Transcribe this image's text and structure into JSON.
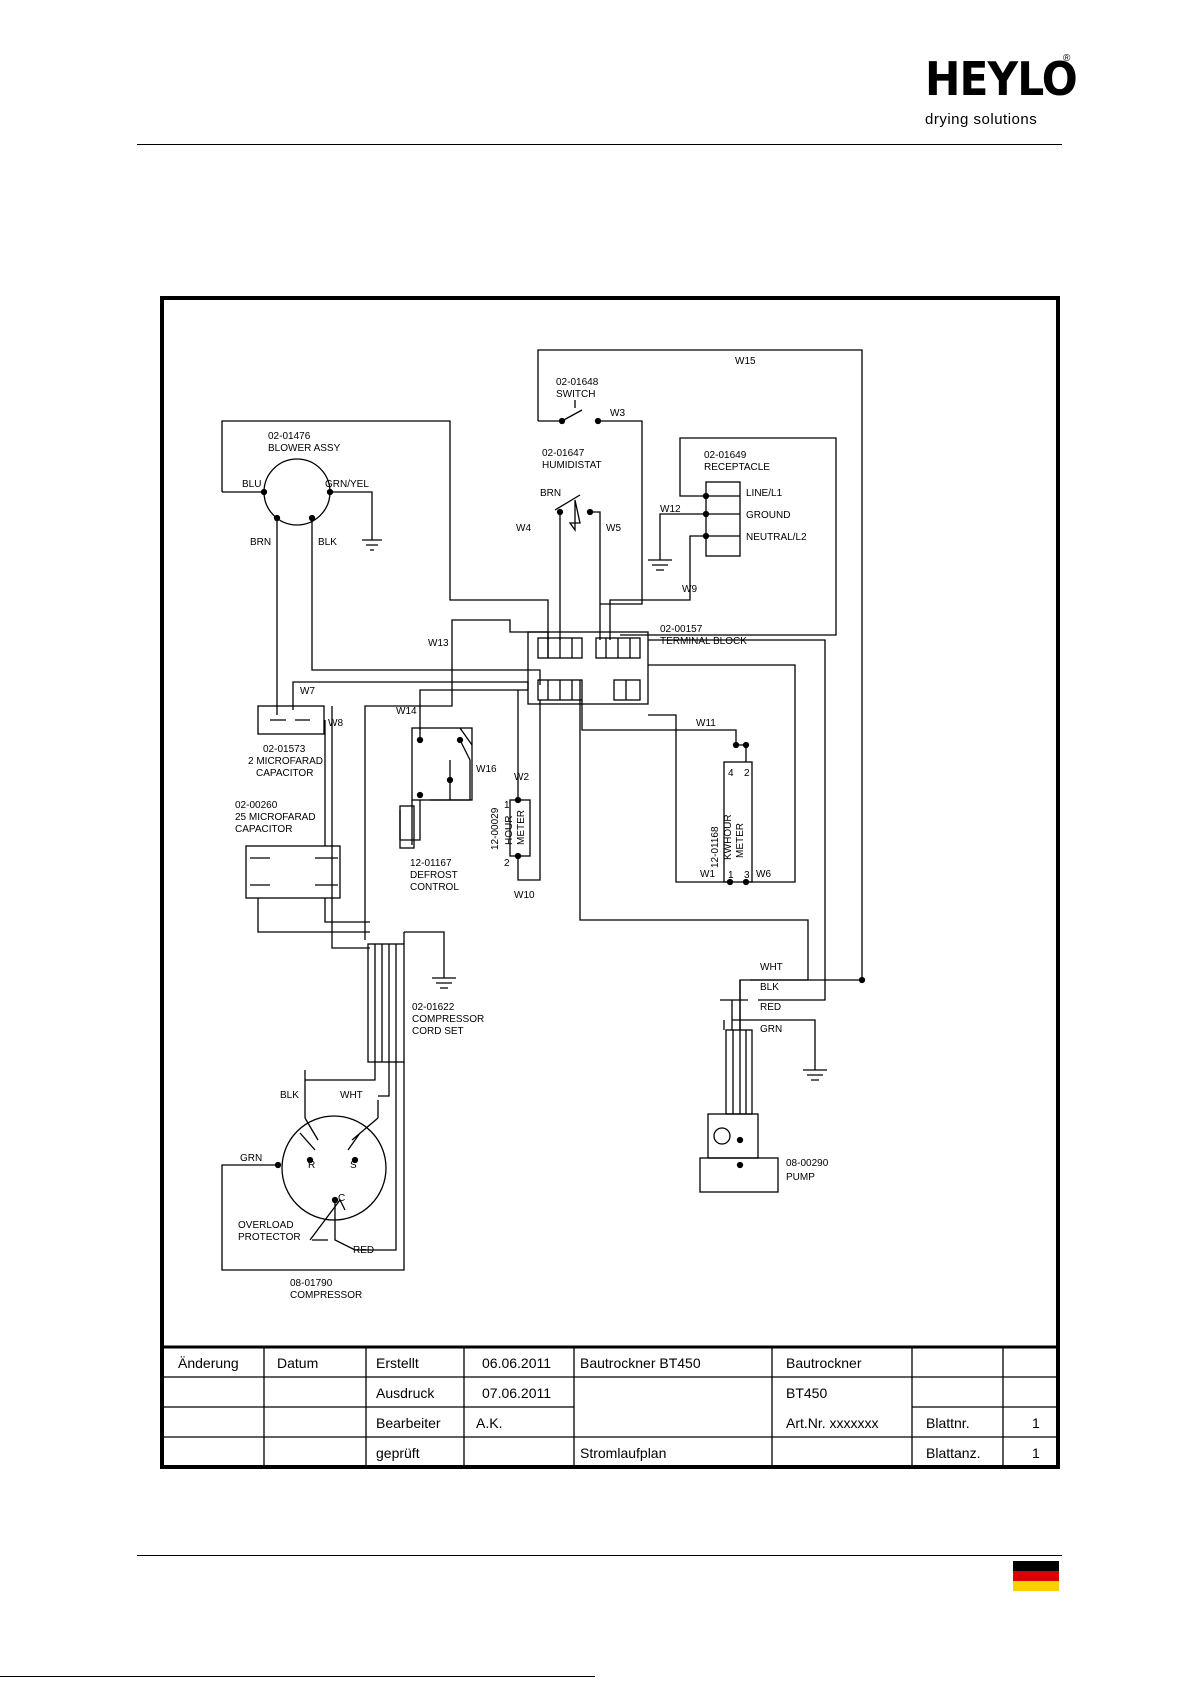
{
  "header": {
    "brand": "HEYLO",
    "registered": "®",
    "tagline": "drying solutions"
  },
  "colors": {
    "flag_black": "#000000",
    "flag_red": "#dd0000",
    "flag_gold": "#ffce00"
  },
  "diagram": {
    "switch": {
      "part": "02-01648",
      "name": "SWITCH"
    },
    "blower": {
      "part": "02-01476",
      "name": "BLOWER ASSY",
      "blu": "BLU",
      "grnyel": "GRN/YEL",
      "brn": "BRN",
      "blk": "BLK"
    },
    "humidistat": {
      "part": "02-01647",
      "name": "HUMIDISTAT",
      "brn": "BRN"
    },
    "receptacle": {
      "part": "02-01649",
      "name": "RECEPTACLE",
      "line": "LINE/L1",
      "ground": "GROUND",
      "neutral": "NEUTRAL/L2"
    },
    "terminal_block": {
      "part": "02-00157",
      "name": "TERMINAL BLOCK"
    },
    "cap2": {
      "part": "02-01573",
      "line1": "2 MICROFARAD",
      "line2": "CAPACITOR"
    },
    "cap25": {
      "part": "02-00260",
      "line1": "25 MICROFARAD",
      "line2": "CAPACITOR"
    },
    "defrost": {
      "part": "12-01167",
      "line1": "DEFROST",
      "line2": "CONTROL"
    },
    "hour_meter": {
      "part": "12-00029",
      "line1": "HOUR",
      "line2": "METER",
      "t1": "1",
      "t2": "2"
    },
    "kwh_meter": {
      "part": "12-01168",
      "line1": "KWHOUR",
      "line2": "METER",
      "t1": "1",
      "t2": "2",
      "t3": "3",
      "t4": "4"
    },
    "cord_set": {
      "part": "02-01622",
      "line1": "COMPRESSOR",
      "line2": "CORD SET"
    },
    "compressor": {
      "part": "08-01790",
      "name": "COMPRESSOR",
      "blk": "BLK",
      "wht": "WHT",
      "grn": "GRN",
      "red": "RED",
      "r": "R",
      "s": "S",
      "c": "C",
      "overload1": "OVERLOAD",
      "overload2": "PROTECTOR"
    },
    "pump": {
      "part": "08-00290",
      "name": "PUMP",
      "wht": "WHT",
      "blk": "BLK",
      "red": "RED",
      "grn": "GRN"
    },
    "wires": {
      "w1": "W1",
      "w2": "W2",
      "w3": "W3",
      "w4": "W4",
      "w5": "W5",
      "w6": "W6",
      "w7": "W7",
      "w8": "W8",
      "w9": "W9",
      "w10": "W10",
      "w11": "W11",
      "w12": "W12",
      "w13": "W13",
      "w14": "W14",
      "w15": "W15",
      "w16": "W16"
    }
  },
  "title_block": {
    "c_aenderung": "Änderung",
    "c_datum": "Datum",
    "c_erstellt": "Erstellt",
    "v_erstellt": "06.06.2011",
    "c_ausdruck": "Ausdruck",
    "v_ausdruck": "07.06.2011",
    "c_bearbeiter": "Bearbeiter",
    "v_bearbeiter": "A.K.",
    "c_geprueft": "geprüft",
    "project": "Bautrockner BT450",
    "doc_type": "Stromlaufplan",
    "product_line1": "Bautrockner",
    "product_line2": "BT450",
    "art_nr": "Art.Nr. xxxxxxx",
    "c_blattnr": "Blattnr.",
    "v_blattnr": "1",
    "c_blattanz": "Blattanz.",
    "v_blattanz": "1"
  }
}
